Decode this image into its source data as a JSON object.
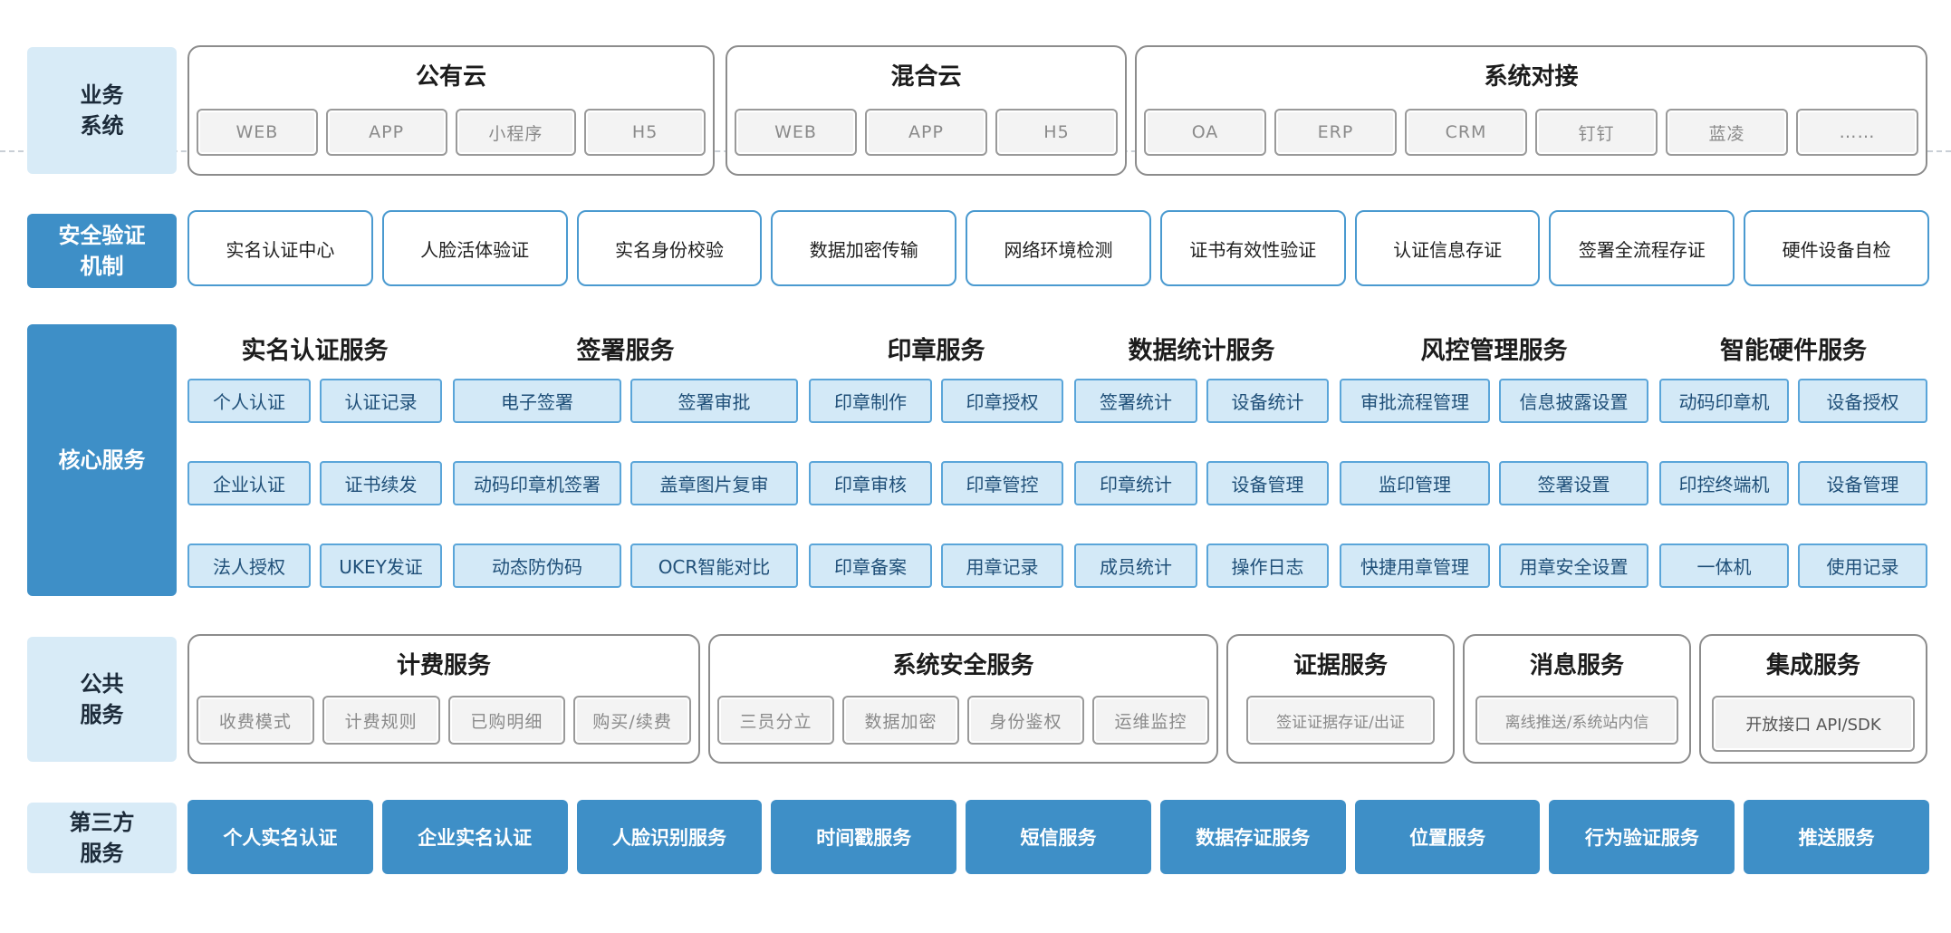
{
  "rows": {
    "business": "业务\n系统",
    "security": "安全验证\n机制",
    "core": "核心服务",
    "public": "公共\n服务",
    "third_party": "第三方\n服务"
  },
  "business_groups": [
    {
      "title": "公有云",
      "items": [
        "WEB",
        "APP",
        "小程序",
        "H5"
      ]
    },
    {
      "title": "混合云",
      "items": [
        "WEB",
        "APP",
        "H5"
      ]
    },
    {
      "title": "系统对接",
      "items": [
        "OA",
        "ERP",
        "CRM",
        "钉钉",
        "蓝凌",
        "……"
      ]
    }
  ],
  "security_items": [
    "实名认证中心",
    "人脸活体验证",
    "实名身份校验",
    "数据加密传输",
    "网络环境检测",
    "证书有效性验证",
    "认证信息存证",
    "签署全流程存证",
    "硬件设备自检"
  ],
  "core_groups": [
    {
      "title": "实名认证服务",
      "items": [
        "个人认证",
        "认证记录",
        "企业认证",
        "证书续发",
        "法人授权",
        "UKEY发证"
      ]
    },
    {
      "title": "签署服务",
      "items": [
        "电子签署",
        "签署审批",
        "动码印章机签署",
        "盖章图片复审",
        "动态防伪码",
        "OCR智能对比"
      ]
    },
    {
      "title": "印章服务",
      "items": [
        "印章制作",
        "印章授权",
        "印章审核",
        "印章管控",
        "印章备案",
        "用章记录"
      ]
    },
    {
      "title": "数据统计服务",
      "items": [
        "签署统计",
        "设备统计",
        "印章统计",
        "设备管理",
        "成员统计",
        "操作日志"
      ]
    },
    {
      "title": "风控管理服务",
      "items": [
        "审批流程管理",
        "信息披露设置",
        "监印管理",
        "签署设置",
        "快捷用章管理",
        "用章安全设置"
      ]
    },
    {
      "title": "智能硬件服务",
      "items": [
        "动码印章机",
        "设备授权",
        "印控终端机",
        "设备管理",
        "一体机",
        "使用记录"
      ]
    }
  ],
  "public_groups": [
    {
      "title": "计费服务",
      "items": [
        "收费模式",
        "计费规则",
        "已购明细",
        "购买/续费"
      ]
    },
    {
      "title": "系统安全服务",
      "items": [
        "三员分立",
        "数据加密",
        "身份鉴权",
        "运维监控"
      ]
    },
    {
      "title": "证据服务",
      "items": [
        "签证证据存证/出证"
      ]
    },
    {
      "title": "消息服务",
      "items": [
        "离线推送/系统站内信"
      ]
    },
    {
      "title": "集成服务",
      "items": [
        "开放接口 API/SDK"
      ]
    }
  ],
  "third_party_items": [
    "个人实名认证",
    "企业实名认证",
    "人脸识别服务",
    "时间戳服务",
    "短信服务",
    "数据存证服务",
    "位置服务",
    "行为验证服务",
    "推送服务"
  ]
}
